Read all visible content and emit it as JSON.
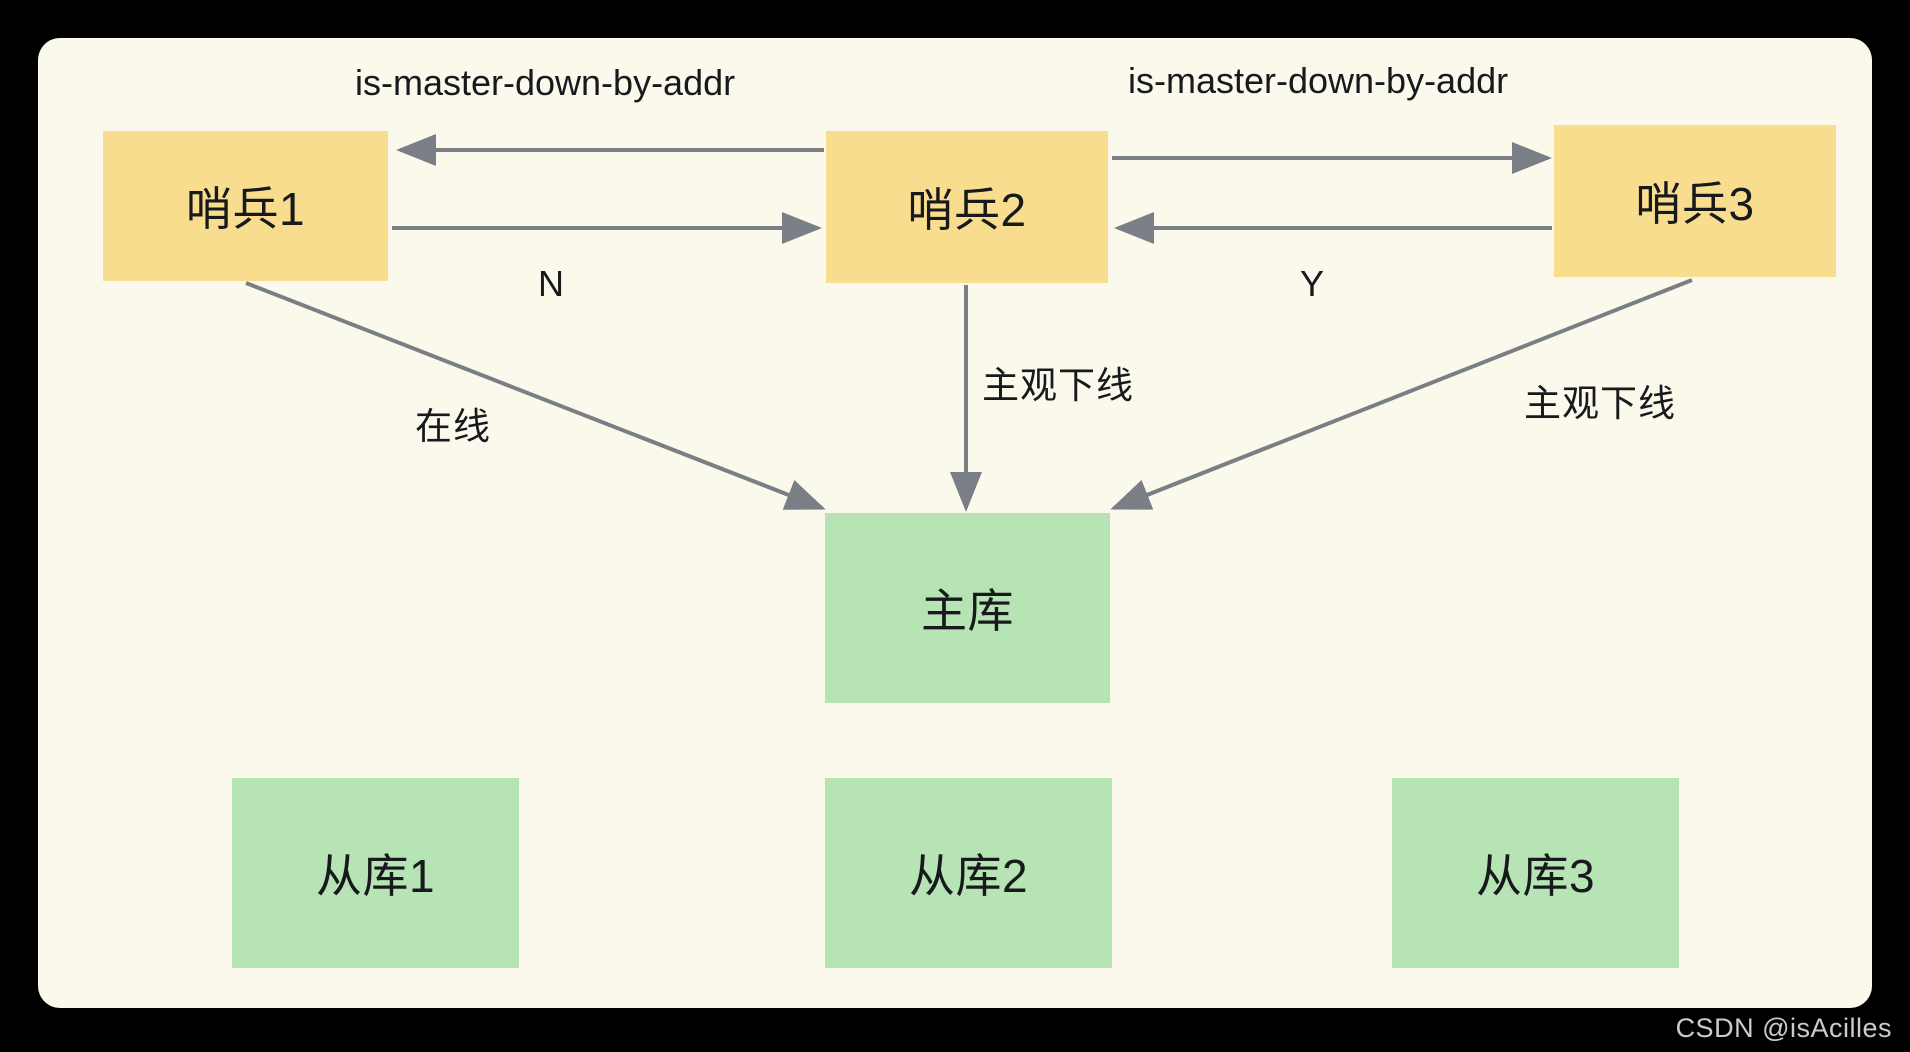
{
  "canvas": {
    "background_color": "#fbf8ec",
    "outer_background_color": "#000000"
  },
  "colors": {
    "sentinel_fill": "#f9dd8f",
    "database_fill": "#b7e4b4",
    "edge_stroke": "#7a7f85",
    "text": "#17191c",
    "watermark": "#e8e8e6"
  },
  "nodes": {
    "sentinel1": {
      "label": "哨兵1",
      "type": "sentinel"
    },
    "sentinel2": {
      "label": "哨兵2",
      "type": "sentinel"
    },
    "sentinel3": {
      "label": "哨兵3",
      "type": "sentinel"
    },
    "master": {
      "label": "主库",
      "type": "database"
    },
    "slave1": {
      "label": "从库1",
      "type": "database"
    },
    "slave2": {
      "label": "从库2",
      "type": "database"
    },
    "slave3": {
      "label": "从库3",
      "type": "database"
    }
  },
  "edge_labels": {
    "proto_left": "is-master-down-by-addr",
    "proto_right": "is-master-down-by-addr",
    "reply_n": "N",
    "reply_y": "Y",
    "online": "在线",
    "subjective_down_mid": "主观下线",
    "subjective_down_right": "主观下线"
  },
  "edges": [
    {
      "from": "sentinel2",
      "to": "sentinel1",
      "label": "is-master-down-by-addr",
      "direction": "left"
    },
    {
      "from": "sentinel1",
      "to": "sentinel2",
      "label": "N",
      "direction": "right"
    },
    {
      "from": "sentinel2",
      "to": "sentinel3",
      "label": "is-master-down-by-addr",
      "direction": "right"
    },
    {
      "from": "sentinel3",
      "to": "sentinel2",
      "label": "Y",
      "direction": "left"
    },
    {
      "from": "sentinel1",
      "to": "master",
      "label": "在线",
      "direction": "diagonal-down-right"
    },
    {
      "from": "sentinel2",
      "to": "master",
      "label": "主观下线",
      "direction": "down"
    },
    {
      "from": "sentinel3",
      "to": "master",
      "label": "主观下线",
      "direction": "diagonal-down-left"
    }
  ],
  "watermark": {
    "text": "CSDN @isAcilles"
  }
}
